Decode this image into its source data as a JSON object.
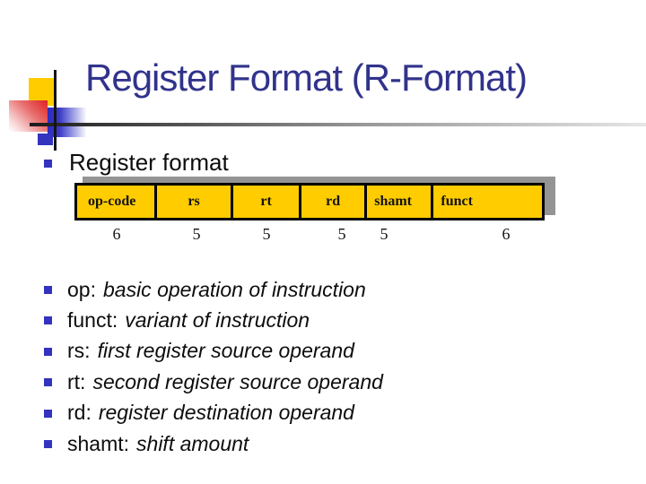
{
  "slide": {
    "title": "Register Format (R-Format)"
  },
  "section": {
    "heading": "Register format"
  },
  "format_table": {
    "fields": [
      {
        "label": "op-code",
        "bits": "6"
      },
      {
        "label": "rs",
        "bits": "5"
      },
      {
        "label": "rt",
        "bits": "5"
      },
      {
        "label": "rd",
        "bits": "5"
      },
      {
        "label": "shamt",
        "bits": "5"
      },
      {
        "label": "funct",
        "bits": "6"
      }
    ]
  },
  "definitions": [
    {
      "term": "op:",
      "desc": "basic operation of instruction"
    },
    {
      "term": "funct:",
      "desc": "variant of instruction"
    },
    {
      "term": "rs:",
      "desc": "first register source operand"
    },
    {
      "term": "rt:",
      "desc": "second register source operand"
    },
    {
      "term": "rd:",
      "desc": "register destination operand"
    },
    {
      "term": "shamt:",
      "desc": "shift amount"
    }
  ],
  "colors": {
    "title": "#31338B",
    "field_fill": "#FFCC00",
    "bullet": "#3333BE",
    "table_shadow": "#949494"
  }
}
